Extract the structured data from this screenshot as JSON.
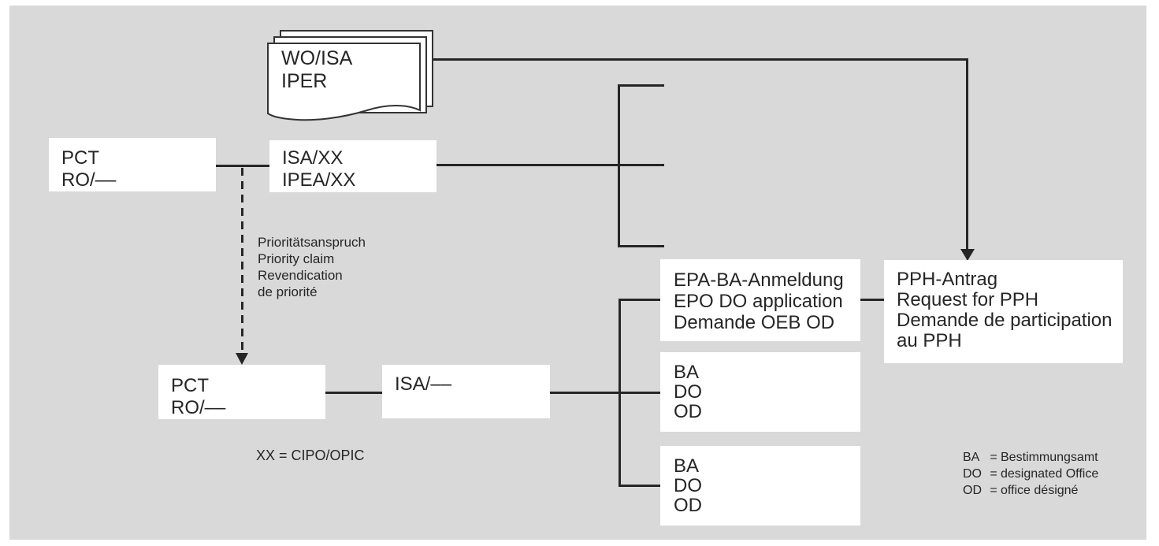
{
  "colors": {
    "background": "#d9d9d9",
    "line": "#262626",
    "box_background": "#ffffff",
    "text": "#262626"
  },
  "document_stack": {
    "lines": [
      "WO/ISA",
      "IPER"
    ]
  },
  "boxes": {
    "pct_top": {
      "lines": [
        "PCT",
        "RO/––"
      ]
    },
    "isa_ipea": {
      "lines": [
        "ISA/XX",
        "IPEA/XX"
      ]
    },
    "pct_bottom": {
      "lines": [
        "PCT",
        "RO/––"
      ]
    },
    "isa_dash": {
      "lines": [
        "ISA/––"
      ]
    },
    "epa_application": {
      "lines": [
        "EPA-BA-Anmeldung",
        "EPO DO application",
        "Demande OEB OD"
      ]
    },
    "pph_request": {
      "lines": [
        "PPH-Antrag",
        "Request for PPH",
        "Demande de participation",
        "au PPH"
      ]
    },
    "ba_do_od_1": {
      "lines": [
        "BA",
        "DO",
        "OD"
      ]
    },
    "ba_do_od_2": {
      "lines": [
        "BA",
        "DO",
        "OD"
      ]
    }
  },
  "annotations": {
    "priority_claim": {
      "lines": [
        "Prioritätsanspruch",
        "Priority claim",
        "Revendication",
        "de priorité"
      ]
    },
    "xx_note": "XX = CIPO/OPIC",
    "legend": [
      {
        "abbr": "BA",
        "sep": "=",
        "label": "Bestimmungsamt"
      },
      {
        "abbr": "DO",
        "sep": "=",
        "label": "designated Office"
      },
      {
        "abbr": "OD",
        "sep": "=",
        "label": "office désigné"
      }
    ]
  }
}
